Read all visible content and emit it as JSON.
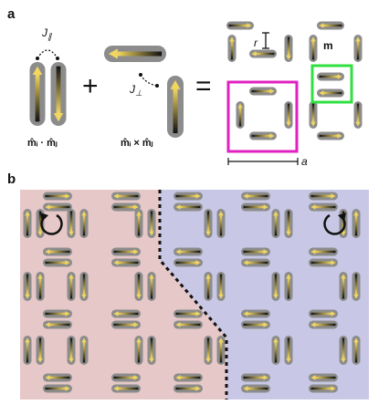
{
  "panel_a": {
    "label": "a",
    "j_parallel": "J",
    "j_parallel_sub": "∥",
    "j_perp": "J",
    "j_perp_sub": "⊥",
    "plus": "+",
    "equals": "=",
    "dot_product_label": "m̂ᵢ · m̂ⱼ",
    "cross_product_label": "m̂ᵢ × m̂ⱼ",
    "r_label": "r",
    "m_label": "m",
    "a_label": "a"
  },
  "panel_b": {
    "label": "b",
    "left_domain_color": "#e6c8c8",
    "right_domain_color": "#c8c8e6",
    "left_rotation": "counterclockwise",
    "right_rotation": "clockwise"
  },
  "colors": {
    "magnet_capsule": "#8c8c8c",
    "arrow_tip": "#f0d060",
    "arrow_tail": "#111111",
    "magenta_box": "#e020c0",
    "green_box": "#30e040"
  }
}
